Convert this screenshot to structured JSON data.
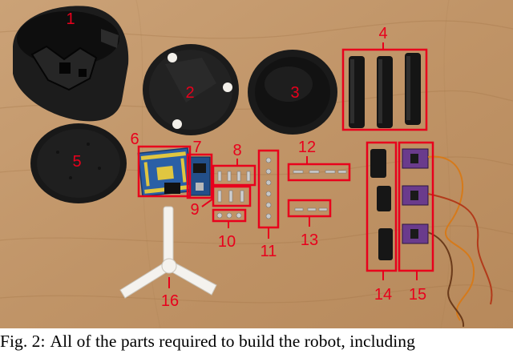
{
  "figure": {
    "colors": {
      "table": "#c39a6f",
      "table_dark": "#a8804f",
      "part_black": "#161616",
      "part_gray": "#2a2a2a",
      "annotation_red": "#e8001c",
      "board_blue": "#2a5fa6",
      "board_yellow": "#e0c640",
      "servo_purple": "#6a3b8c",
      "printed_white": "#f4f2ee"
    },
    "labels": [
      {
        "id": "1",
        "text": "1"
      },
      {
        "id": "2",
        "text": "2"
      },
      {
        "id": "3",
        "text": "3"
      },
      {
        "id": "4",
        "text": "4"
      },
      {
        "id": "5",
        "text": "5"
      },
      {
        "id": "6",
        "text": "6"
      },
      {
        "id": "7",
        "text": "7"
      },
      {
        "id": "8",
        "text": "8"
      },
      {
        "id": "9",
        "text": "9"
      },
      {
        "id": "10",
        "text": "10"
      },
      {
        "id": "11",
        "text": "11"
      },
      {
        "id": "12",
        "text": "12"
      },
      {
        "id": "13",
        "text": "13"
      },
      {
        "id": "14",
        "text": "14"
      },
      {
        "id": "15",
        "text": "15"
      },
      {
        "id": "16",
        "text": "16"
      }
    ]
  },
  "caption": {
    "label": "Fig. 2:",
    "text": "All of the parts required to build the robot, including"
  }
}
